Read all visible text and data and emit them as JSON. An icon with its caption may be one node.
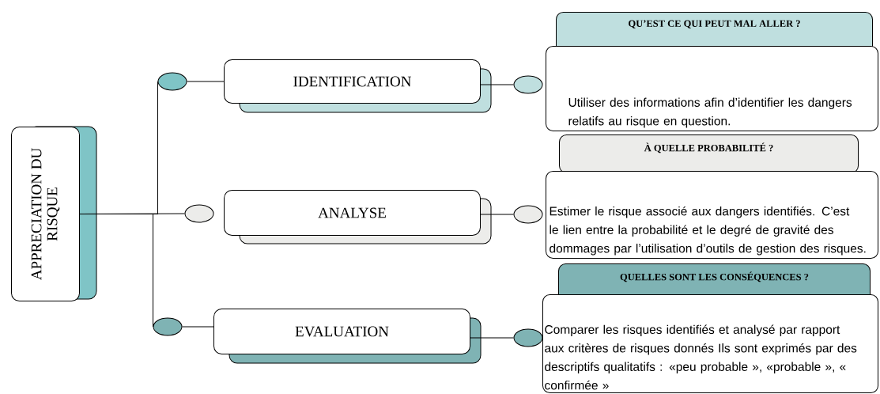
{
  "diagram": {
    "nodes": [
      {
        "text": [
          "APPRECIATION DU RISQUE"
        ]
      },
      {
        "text": [],
        "shape": "circle"
      },
      {
        "text": [
          "IDENTIFICATION"
        ]
      },
      {
        "text": [],
        "shape": "circle"
      },
      {
        "text": [
          "QU’EST CE QUI PEUT MAL ALLER ?"
        ]
      },
      {
        "text": [
          "Utiliser des informations afin d’identifier les dangers relatifs au risque en question."
        ]
      },
      {
        "text": [],
        "shape": "circle"
      },
      {
        "text": [
          "ANALYSE"
        ]
      },
      {
        "text": [],
        "shape": "circle"
      },
      {
        "text": [
          "À QUELLE PROBABILITÉ ?"
        ]
      },
      {
        "text": [
          "Estimer le risque associé aux dangers identifiés. C’est le lien entre la probabilité et le degré de gravité des dommages par l’utilisation d’outils de gestion des risques."
        ]
      },
      {
        "text": [],
        "shape": "circle"
      },
      {
        "text": [
          "EVALUATION"
        ]
      },
      {
        "text": [],
        "shape": "circle"
      },
      {
        "text": [
          "QUELLES SONT LES CONSÉQUENCES ?"
        ]
      },
      {
        "text": [
          "Comparer les risques identifiés et analysé par rapport aux critères de risques donnés Ils sont exprimés par des descriptifs qualitatifs : «peu probable », «probable », « confirmée »"
        ]
      }
    ],
    "edges": [
      {
        "from": 0,
        "to": 1,
        "arrow": "none"
      },
      {
        "from": 0,
        "to": 6,
        "arrow": "none"
      },
      {
        "from": 0,
        "to": 11,
        "arrow": "none"
      },
      {
        "from": 1,
        "to": 2,
        "arrow": "none"
      },
      {
        "from": 11,
        "to": 12,
        "arrow": "none"
      },
      {
        "from": 2,
        "to": 3,
        "arrow": "none"
      },
      {
        "from": 7,
        "to": 8,
        "arrow": "none"
      },
      {
        "from": 12,
        "to": 13,
        "arrow": "none"
      }
    ]
  }
}
